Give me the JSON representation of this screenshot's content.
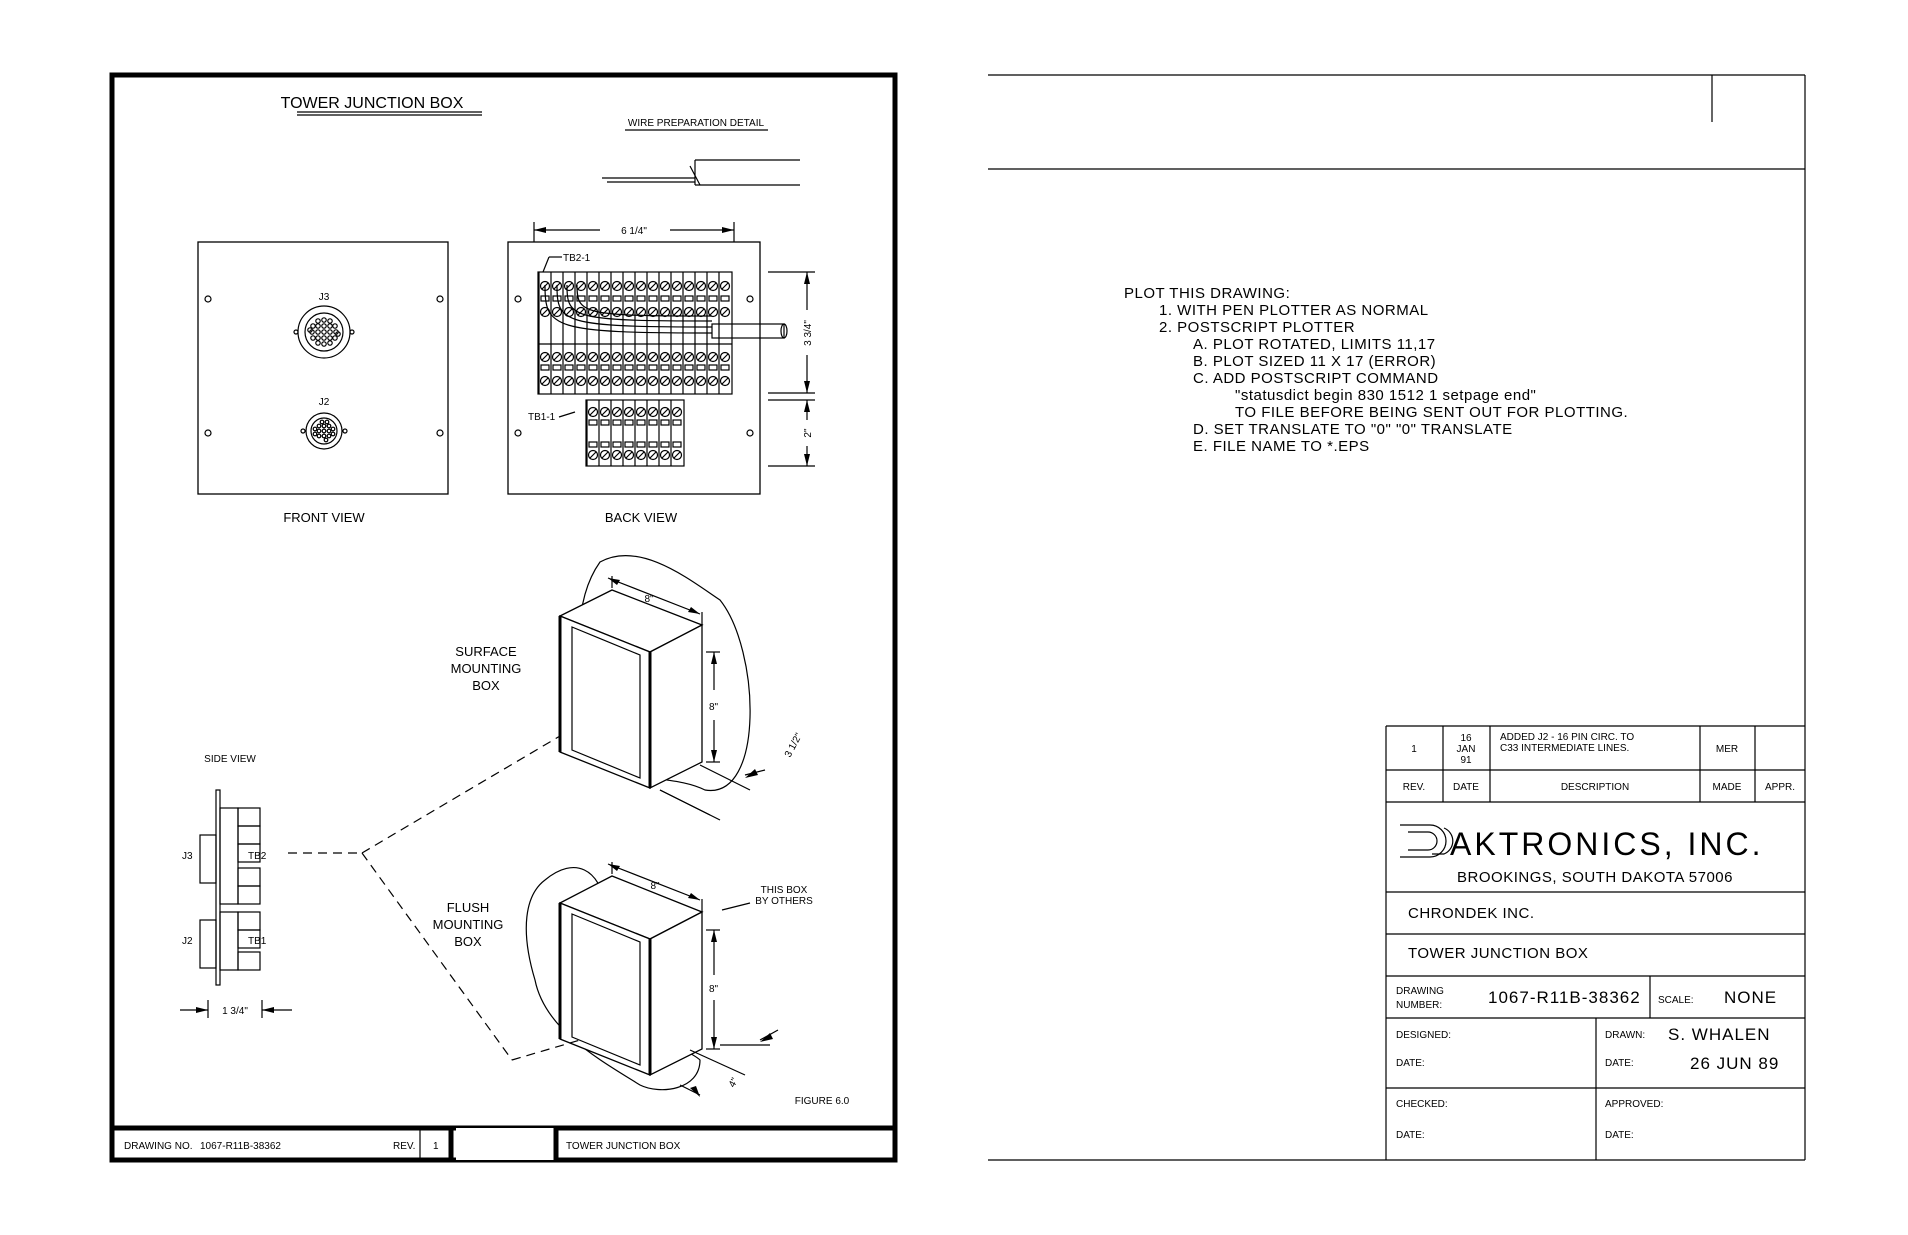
{
  "sheet_left": {
    "title": "TOWER JUNCTION BOX",
    "wire_prep_label": "WIRE PREPARATION DETAIL",
    "dim_width": "6 1/4\"",
    "dim_3_3_4": "3 3/4\"",
    "dim_2": "2\"",
    "label_tb2_1": "TB2-1",
    "label_tb1_1": "TB1-1",
    "label_j3": "J3",
    "label_j2": "J2",
    "front_view": "FRONT VIEW",
    "back_view": "BACK VIEW",
    "surface_box": [
      "SURFACE",
      "MOUNTING",
      "BOX"
    ],
    "flush_box": [
      "FLUSH",
      "MOUNTING",
      "BOX"
    ],
    "dim_8": "8\"",
    "dim_3_1_2": "3 1/2\"",
    "dim_4": "4\"",
    "this_box": [
      "THIS BOX",
      "BY OTHERS"
    ],
    "side_view": "SIDE VIEW",
    "side_j3": "J3",
    "side_j2": "J2",
    "side_tb2": "TB2",
    "side_tb1": "TB1",
    "dim_1_3_4": "1 3/4\"",
    "figure": "FIGURE 6.0",
    "footer_drawing_no_label": "DRAWING NO.",
    "footer_drawing_no": "1067-R11B-38362",
    "footer_rev_label": "REV.",
    "footer_rev": "1",
    "footer_title": "TOWER JUNCTION BOX"
  },
  "sheet_right": {
    "plot_notes": [
      "PLOT THIS DRAWING:",
      "1.   WITH PEN PLOTTER AS NORMAL",
      "2.   POSTSCRIPT PLOTTER",
      "A.   PLOT ROTATED, LIMITS 11,17",
      "B.   PLOT SIZED 11 X 17 (ERROR)",
      "C.   ADD POSTSCRIPT COMMAND",
      "\"statusdict begin 830 1512 1 setpage end\"",
      "TO FILE BEFORE BEING SENT OUT FOR PLOTTING.",
      "D.   SET TRANSLATE TO \"0\" \"0\" TRANSLATE",
      "E.   FILE NAME TO *.EPS"
    ],
    "revision": {
      "rev": "1",
      "date": [
        "16",
        "JAN",
        "91"
      ],
      "description": [
        "ADDED J2 - 16 PIN CIRC. TO",
        "C33 INTERMEDIATE LINES."
      ],
      "made": "MER",
      "appr": ""
    },
    "headers": {
      "rev": "REV.",
      "date": "DATE",
      "description": "DESCRIPTION",
      "made": "MADE",
      "appr": "APPR."
    },
    "company": "AKTRONICS,  INC.",
    "city": "BROOKINGS, SOUTH DAKOTA  57006",
    "customer": "CHRONDEK INC.",
    "title": "TOWER JUNCTION BOX",
    "drawing_number_label": [
      "DRAWING",
      "NUMBER:"
    ],
    "drawing_number": "1067-R11B-38362",
    "scale_label": "SCALE:",
    "scale": "NONE",
    "designed_label": "DESIGNED:",
    "drawn_label": "DRAWN:",
    "drawn_by": "S. WHALEN",
    "date_label": "DATE:",
    "drawn_date": "26 JUN 89",
    "checked_label": "CHECKED:",
    "approved_label": "APPROVED:"
  }
}
